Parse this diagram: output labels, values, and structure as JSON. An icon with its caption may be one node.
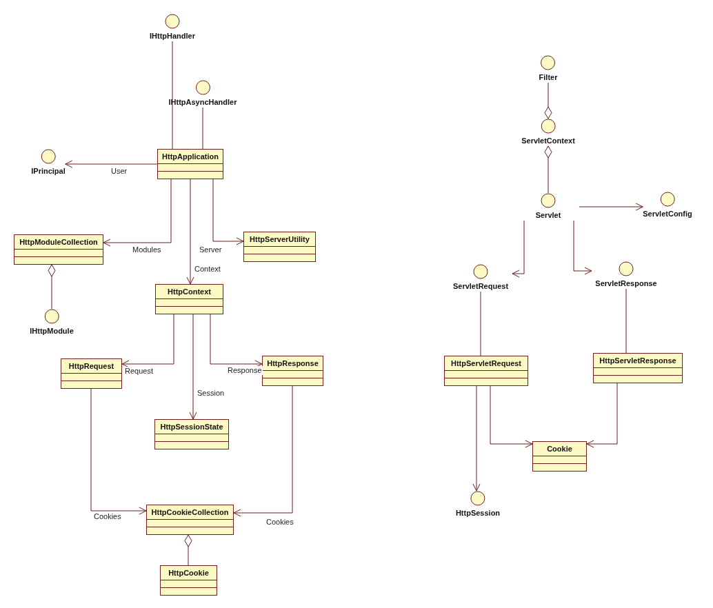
{
  "diagram": {
    "nodes": [
      {
        "text": [
          "IHttpHandler"
        ]
      },
      {
        "text": [
          "IHttpAsyncHandler"
        ]
      },
      {
        "text": [
          "IPrincipal"
        ]
      },
      {
        "text": [
          "HttpApplication"
        ]
      },
      {
        "text": [
          "HttpModuleCollection"
        ]
      },
      {
        "text": [
          "HttpServerUtility"
        ]
      },
      {
        "text": [
          "IHttpModule"
        ]
      },
      {
        "text": [
          "HttpContext"
        ]
      },
      {
        "text": [
          "HttpRequest"
        ]
      },
      {
        "text": [
          "HttpResponse"
        ]
      },
      {
        "text": [
          "HttpSessionState"
        ]
      },
      {
        "text": [
          "HttpCookieCollection"
        ]
      },
      {
        "text": [
          "HttpCookie"
        ]
      },
      {
        "text": [
          "Filter"
        ]
      },
      {
        "text": [
          "ServletContext"
        ]
      },
      {
        "text": [
          "ServletConfig"
        ]
      },
      {
        "text": [
          "Servlet"
        ]
      },
      {
        "text": [
          "ServletRequest"
        ]
      },
      {
        "text": [
          "ServletResponse"
        ]
      },
      {
        "text": [
          "HttpServletRequest"
        ]
      },
      {
        "text": [
          "HttpServletResponse"
        ]
      },
      {
        "text": [
          "Cookie"
        ]
      },
      {
        "text": [
          "HttpSession"
        ]
      }
    ],
    "edges": [
      {
        "from": 3,
        "to": 0,
        "arrow": "none"
      },
      {
        "from": 3,
        "to": 1,
        "arrow": "none"
      },
      {
        "from": 3,
        "to": 2,
        "arrow": "to",
        "label": "User"
      },
      {
        "from": 3,
        "to": 4,
        "arrow": "to",
        "label": "Modules"
      },
      {
        "from": 3,
        "to": 7,
        "arrow": "to",
        "label": "Context"
      },
      {
        "from": 3,
        "to": 5,
        "arrow": "to",
        "label": "Server"
      },
      {
        "from": 4,
        "to": 6,
        "arrow": "other"
      },
      {
        "from": 7,
        "to": 8,
        "arrow": "to",
        "label": "Request"
      },
      {
        "from": 7,
        "to": 9,
        "arrow": "to",
        "label": "Response"
      },
      {
        "from": 7,
        "to": 10,
        "arrow": "to",
        "label": "Session"
      },
      {
        "from": 8,
        "to": 11,
        "arrow": "to",
        "label": "Cookies"
      },
      {
        "from": 9,
        "to": 11,
        "arrow": "to",
        "label": "Cookies"
      },
      {
        "from": 11,
        "to": 12,
        "arrow": "other"
      },
      {
        "from": 14,
        "to": 13,
        "arrow": "other"
      },
      {
        "from": 14,
        "to": 16,
        "arrow": "other"
      },
      {
        "from": 16,
        "to": 15,
        "arrow": "to"
      },
      {
        "from": 16,
        "to": 17,
        "arrow": "to"
      },
      {
        "from": 16,
        "to": 18,
        "arrow": "to"
      },
      {
        "from": 19,
        "to": 17,
        "arrow": "none"
      },
      {
        "from": 20,
        "to": 18,
        "arrow": "none"
      },
      {
        "from": 19,
        "to": 22,
        "arrow": "to"
      },
      {
        "from": 19,
        "to": 21,
        "arrow": "to"
      },
      {
        "from": 20,
        "to": 21,
        "arrow": "to"
      }
    ]
  }
}
